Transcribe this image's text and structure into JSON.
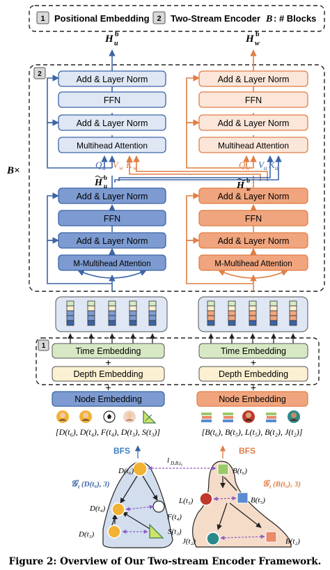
{
  "legend": {
    "item1_num": "1",
    "item1_label": "Positional Embedding",
    "item2_num": "2",
    "item2_label": "Two-Stream Encoder",
    "blocks_symbol": "B",
    "blocks_label": ": # Blocks"
  },
  "outputs": {
    "left_main": "H",
    "left_sub": "u",
    "left_sup": "b",
    "right_main": "H",
    "right_sub": "w",
    "right_sup": "b"
  },
  "encoder": {
    "badge": "2",
    "repeat_label": "B×",
    "left_stream": {
      "top_addnorm2": "Add & Layer Norm",
      "top_ffn": "FFN",
      "top_addnorm1": "Add & Layer Norm",
      "top_attention": "Multihead Attention",
      "bottom_addnorm2": "Add & Layer Norm",
      "bottom_ffn": "FFN",
      "bottom_addnorm1": "Add & Layer Norm",
      "bottom_attention": "M-Multihead Attention"
    },
    "right_stream": {
      "top_addnorm2": "Add & Layer Norm",
      "top_ffn": "FFN",
      "top_addnorm1": "Add & Layer Norm",
      "top_attention": "Multihead Attention",
      "bottom_addnorm2": "Add & Layer Norm",
      "bottom_ffn": "FFN",
      "bottom_addnorm1": "Add & Layer Norm",
      "bottom_attention": "M-Multihead Attention"
    },
    "qkv_left": {
      "q": "Q",
      "q_sub": "u",
      "v": "V",
      "v_sub": "w",
      "k": "K",
      "k_sub": "w"
    },
    "qkv_right": {
      "q": "Q",
      "q_sub": "w",
      "v": "V",
      "v_sub": "u",
      "k": "K",
      "k_sub": "u"
    },
    "mid_left": {
      "main": "H",
      "sub": "u",
      "sup": "b"
    },
    "mid_right": {
      "main": "H",
      "sub": "w",
      "sup": "b"
    }
  },
  "positional": {
    "badge": "1",
    "time_left": "Time Embedding",
    "time_right": "Time Embedding",
    "plus": "+",
    "depth_left": "Depth Embedding",
    "depth_right": "Depth Embedding"
  },
  "node_embedding": {
    "left": "Node Embedding",
    "right": "Node Embedding"
  },
  "sequences": {
    "left": "[D(t₆), D(t₄), F(t₄), D(t₃), S(t₃)]",
    "right": "[B(t₆), B(t₅), L(t₅), B(t₂), J(t₂)]"
  },
  "trees": {
    "bfs_left": "BFS",
    "bfs_right": "BFS",
    "link_label": "l",
    "link_sub": "D,B,t₆",
    "left_graph": "𝒢",
    "left_graph_arg": "(D(t₆), 3)",
    "right_graph": "𝒢",
    "right_graph_arg": "(B(t₆), 3)",
    "graph_sub": "t",
    "left_nodes": [
      "D(t₆)",
      "D(t₄)",
      "F(t₄)",
      "D(t₃)",
      "S(t₃)"
    ],
    "right_nodes": [
      "B(t₆)",
      "L(t₅)",
      "B(t₅)",
      "J(t₂)",
      "B(t₂)"
    ]
  },
  "caption": "Figure 2: Overview of Our Two-stream Encoder Framework.",
  "colors": {
    "blue_dark": "#3c64a6",
    "blue_mid": "#7d9bd1",
    "blue_light": "#dfe7f4",
    "orange_dark": "#e07e45",
    "orange_mid": "#f0a57e",
    "orange_light": "#fbe6d9",
    "green": "#d7e9c4",
    "cream": "#fbf1d2",
    "tree_blue": "#d2deee",
    "tree_orange": "#f5dcc9",
    "purple": "#8c5ac8"
  }
}
